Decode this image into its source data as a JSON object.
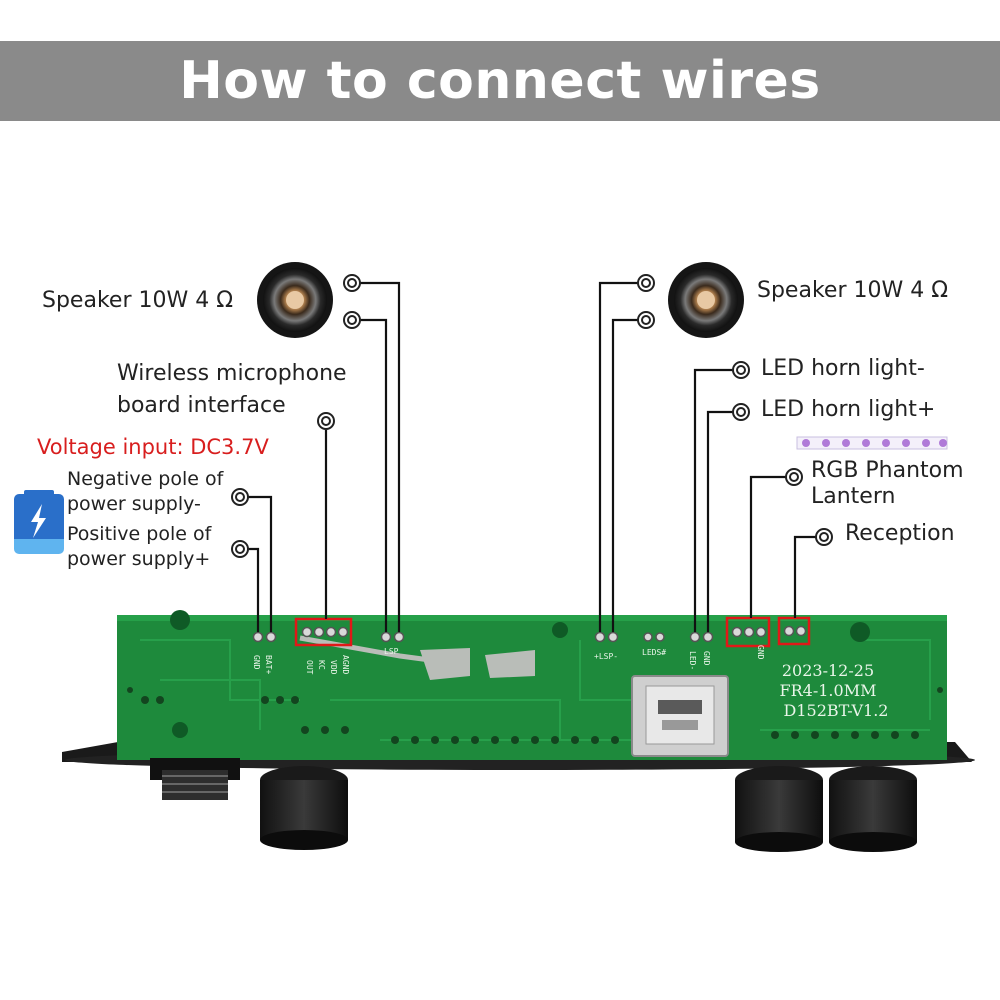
{
  "header": {
    "title": "How to connect wires"
  },
  "labels": {
    "speaker_left": "Speaker 10W 4 Ω",
    "speaker_right": "Speaker 10W 4 Ω",
    "wireless_mic_line1": "Wireless microphone",
    "wireless_mic_line2": "board interface",
    "voltage_input": "Voltage input: DC3.7V",
    "negative_line1": "Negative pole of",
    "negative_line2": "power supply-",
    "positive_line1": "Positive pole of",
    "positive_line2": "power supply+",
    "led_minus": "LED horn light-",
    "led_plus": "LED horn light+",
    "rgb_line1": "RGB Phantom",
    "rgb_line2": "Lantern",
    "reception": "Reception"
  },
  "board": {
    "date": "2023-12-25",
    "material": "FR4-1.0MM",
    "model": "D152BT-V1.2",
    "pin_labels": [
      "GND",
      "BAT+",
      "AGND",
      "VDD",
      "KC",
      "OUT",
      "LSP",
      "+LSP-",
      "LEDS#",
      "LED-",
      "GND",
      "GND"
    ]
  },
  "colors": {
    "title_bg": "#8a8a8a",
    "pcb_green": "#1e8a3c",
    "highlight_red": "#e01818",
    "voltage_text": "#d81e1e"
  },
  "icons": [
    "speaker-icon",
    "battery-icon",
    "led-strip-icon",
    "usb-port-icon",
    "knob-icon",
    "audio-jack-icon"
  ]
}
